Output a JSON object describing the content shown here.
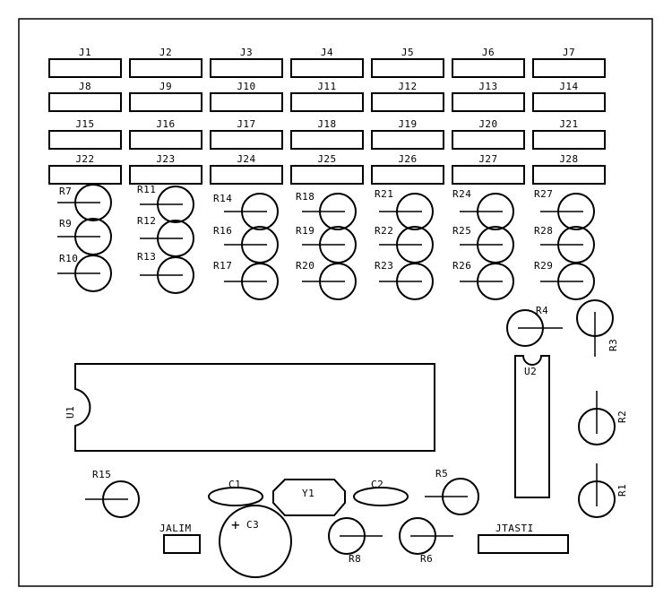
{
  "board": {
    "headers": [
      "J1",
      "J2",
      "J3",
      "J4",
      "J5",
      "J6",
      "J7",
      "J8",
      "J9",
      "J10",
      "J11",
      "J12",
      "J13",
      "J14",
      "J15",
      "J16",
      "J17",
      "J18",
      "J19",
      "J20",
      "J21",
      "J22",
      "J23",
      "J24",
      "J25",
      "J26",
      "J27",
      "J28"
    ],
    "resistor_grid": [
      [
        "R7",
        "R11",
        "R14",
        "R18",
        "R21",
        "R24",
        "R27"
      ],
      [
        "R9",
        "R12",
        "R16",
        "R19",
        "R22",
        "R25",
        "R28"
      ],
      [
        "R10",
        "R13",
        "R17",
        "R20",
        "R23",
        "R26",
        "R29"
      ]
    ],
    "resistors_other": {
      "r4": "R4",
      "r3": "R3",
      "r2": "R2",
      "r1": "R1",
      "r15": "R15",
      "r5": "R5",
      "r8": "R8",
      "r6": "R6"
    },
    "capacitors": {
      "c1": "C1",
      "c2": "C2",
      "c3": "C3",
      "c3_polarity": "+"
    },
    "crystal": "Y1",
    "ics": {
      "u1": "U1",
      "u2": "U2"
    },
    "connectors": {
      "jalim": "JALIM",
      "jtasti": "JTASTI"
    }
  }
}
